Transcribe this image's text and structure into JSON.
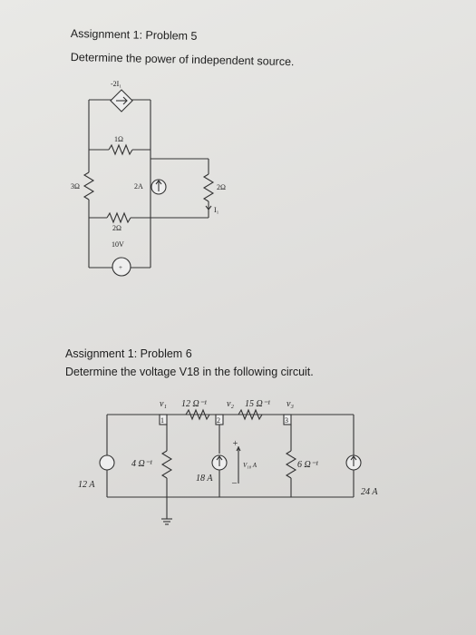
{
  "problem5": {
    "title": "Assignment 1: Problem 5",
    "question": "Determine the power of independent source.",
    "labels": {
      "dep_source": "-2I₁",
      "r_top": "1Ω",
      "r_left": "3Ω",
      "src_2a": "2A",
      "r_right": "2Ω",
      "i1": "I₁",
      "r_bottom": "2Ω",
      "v_source": "10V"
    }
  },
  "problem6": {
    "title": "Assignment 1: Problem 6",
    "question": "Determine the voltage V18 in the following circuit.",
    "labels": {
      "v1": "v₁",
      "g12": "12 Ω⁻¹",
      "v2": "v₂",
      "g15": "15 Ω⁻¹",
      "v3": "v₃",
      "node1": "1",
      "node2": "2",
      "node3": "3",
      "src_12a": "12 A",
      "g4": "4 Ω⁻¹",
      "v18": "V₁₈ A",
      "plus": "+",
      "minus": "–",
      "src_18a": "18 A",
      "g6": "6 Ω⁻¹",
      "src_24a": "24 A"
    }
  }
}
